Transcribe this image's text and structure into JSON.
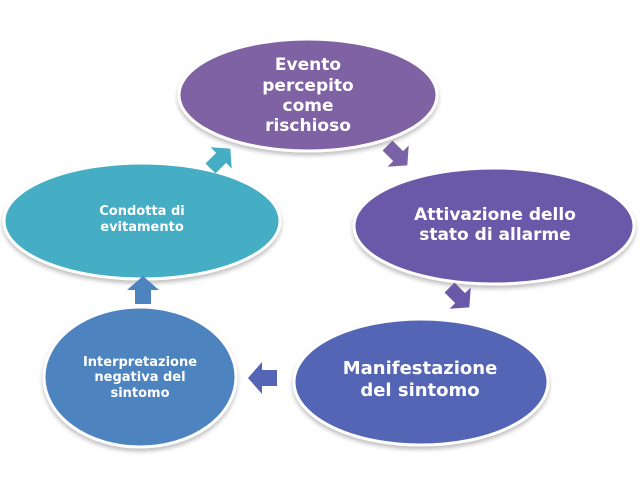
{
  "nodes": [
    {
      "label": "Evento percepito come rischioso",
      "color": "#7f62a3"
    },
    {
      "label": "Attivazione dello stato di allarme",
      "color": "#6a58a8"
    },
    {
      "label": "Manifestazione del sintomo",
      "color": "#5565b5"
    },
    {
      "label": "Interpretazione negativa del sintomo",
      "color": "#4d84c0"
    },
    {
      "label": "Condotta di evitamento",
      "color": "#45adc4"
    }
  ],
  "arrow_colors": [
    "#7a62a6",
    "#6a58a8",
    "#5565b5",
    "#4d84c0",
    "#45adc4"
  ]
}
